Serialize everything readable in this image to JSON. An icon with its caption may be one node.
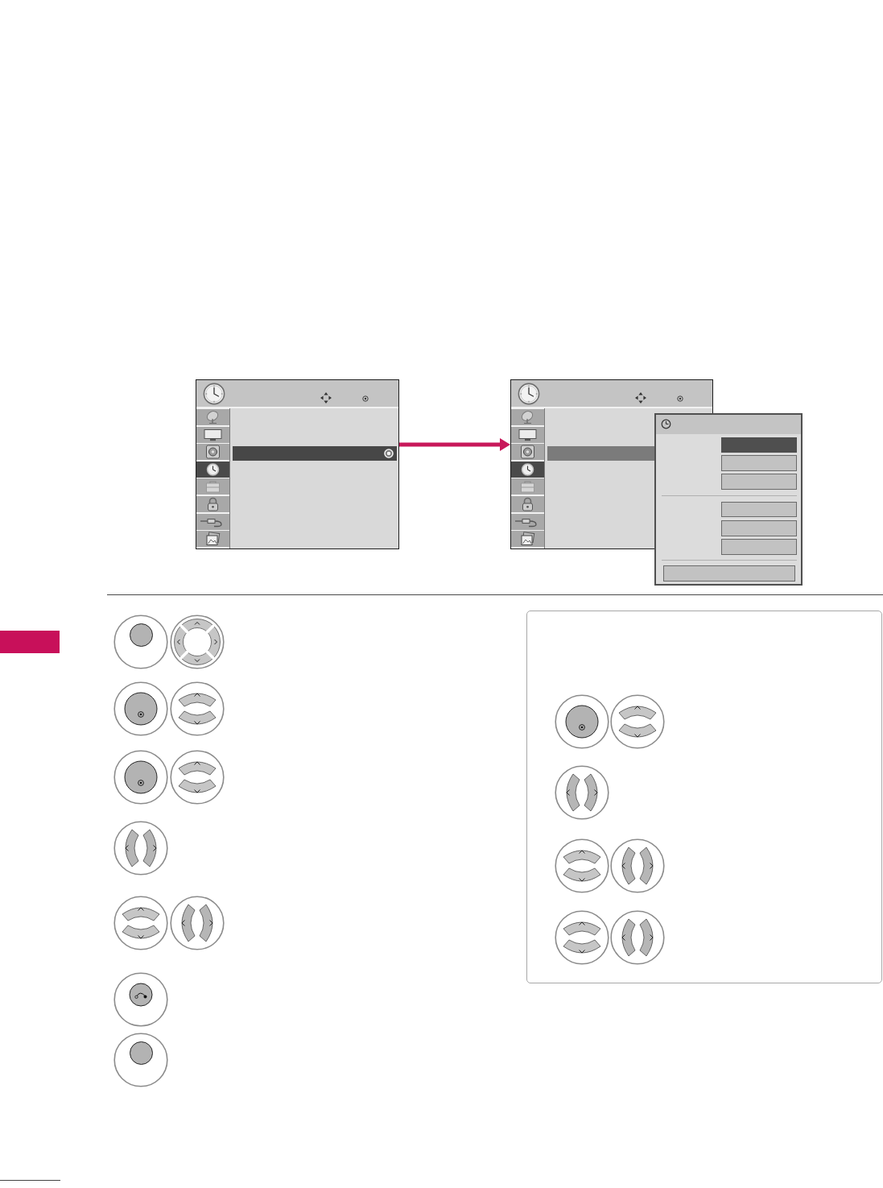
{
  "diagram": {
    "nodes": [
      {
        "text": [],
        "shape": "picture"
      },
      {
        "text": [],
        "shape": "picture"
      },
      {
        "text": [],
        "shape": "bar"
      }
    ],
    "edges": [
      {
        "from": 0,
        "to": 1,
        "arrow": "to"
      }
    ]
  }
}
